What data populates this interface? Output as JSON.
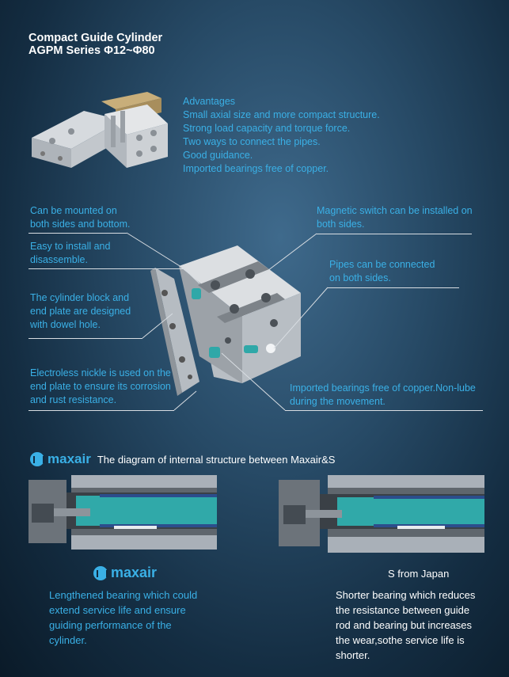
{
  "header": {
    "title_line1": "Compact Guide Cylinder",
    "title_line2": "AGPM  Series  Φ12~Φ80"
  },
  "advantages": {
    "heading": "Advantages",
    "items": [
      " Small axial size and more compact structure.",
      "Strong load capacity and torque force.",
      "Two ways to connect the pipes.",
      "Good guidance.",
      " Imported bearings free of copper."
    ]
  },
  "annotations": {
    "mounted_1": "Can be mounted on",
    "mounted_2": "both sides and bottom.",
    "easy_1": "Easy to install and",
    "easy_2": "disassemble.",
    "block_1": "The cylinder block and",
    "block_2": "end plate are designed",
    "block_3": "with dowel hole.",
    "nickle_1": "Electroless nickle is used on the",
    "nickle_2": "end plate to ensure its corrosion",
    "nickle_3": "and rust resistance.",
    "magnetic_1": "Magnetic switch can be installed on",
    "magnetic_2": "both sides.",
    "pipes_1": "Pipes can be connected",
    "pipes_2": "on both sides.",
    "bearings_1": "Imported bearings free of copper.Non-lube",
    "bearings_2": "during the movement."
  },
  "comparison": {
    "logo_text": "maxair",
    "title": "The diagram of internal structure between Maxair&S",
    "left_label": "maxair",
    "left_desc": [
      "Lengthened bearing which could",
      "extend  service life and ensure",
      "guiding  performance of the",
      "cylinder."
    ],
    "right_label": "S from Japan",
    "right_desc": [
      "Shorter bearing which reduces",
      "the  resistance between guide",
      "rod and bearing but increases",
      "the wear,sothe service life is",
      "shorter."
    ]
  },
  "colors": {
    "accent": "#3ab0e6",
    "teal": "#2fa8a8",
    "background_center": "#3f6a8c",
    "background_edge": "#0a1a28"
  }
}
